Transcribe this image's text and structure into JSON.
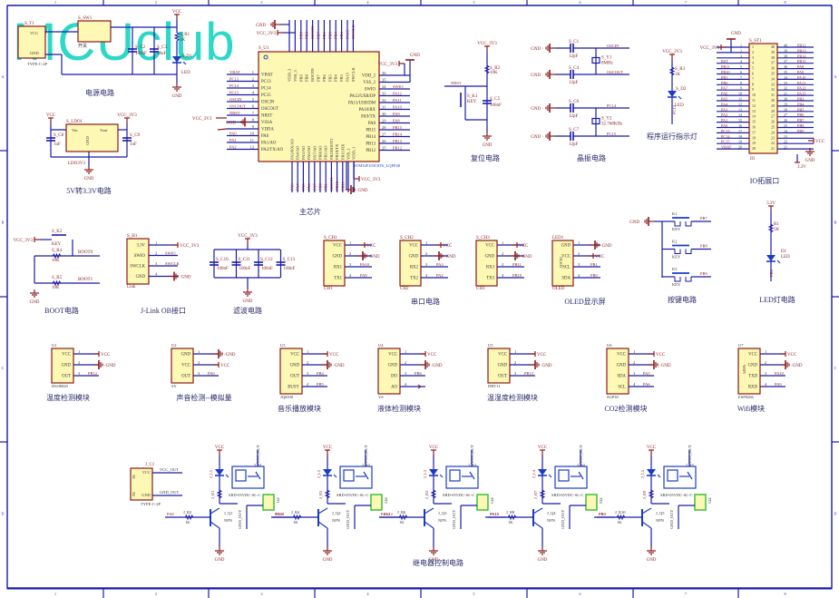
{
  "watermark": "MCUclub",
  "colors": {
    "frame": "#1a1aa8",
    "wire": "#1a1aa8",
    "netlabel": "#8b1a1a",
    "power": "#8b1a1a",
    "part_fill": "#fdf8b4",
    "part_stroke": "#8b1a1a",
    "relay_blue": "#1a3cc8",
    "terminal_green": "#3bbf3b",
    "caption": "#2a2a6a"
  },
  "frame": {
    "columns": [
      "1",
      "2",
      "3",
      "4",
      "5",
      "6",
      "7",
      "8"
    ],
    "rows": [
      "A",
      "B",
      "C",
      "D"
    ]
  },
  "sections": {
    "power": {
      "caption": "电源电路",
      "parts": {
        "typec": "S_T1",
        "typec_pins": [
          "VCC",
          "GND"
        ],
        "typec_name": "TYPE-C-2P",
        "switch": "S_SW1",
        "switch_name": "开关",
        "cap2": "S_C2",
        "cap2_val": "100nF",
        "cap3": "S_C3",
        "cap3_val": "10uF",
        "res": "S_R1",
        "res_val": "1K",
        "led": "S_D1",
        "led_name": "LED"
      },
      "nets": [
        "VCC",
        "GND"
      ]
    },
    "ldo": {
      "caption": "5V转3.3V电路",
      "parts": {
        "ldo": "S_LDO1",
        "ldo_pins": [
          "Vin",
          "Vout",
          "GND"
        ],
        "ldo_name": "LDO3V3",
        "c8": "S_C8",
        "c8_val": "1uF",
        "c9": "S_C9",
        "c9_val": "1uF"
      },
      "nets": [
        "VCC",
        "VCC_3V3",
        "GND"
      ]
    },
    "mcu": {
      "caption": "主芯片",
      "ref": "S_U1",
      "part": "STM32F103C8T6_LQFP48",
      "left_pins": [
        {
          "num": "1",
          "name": "VBAT",
          "net": "VBAT"
        },
        {
          "num": "2",
          "name": "PC13",
          "net": "PC13"
        },
        {
          "num": "3",
          "name": "PC14",
          "net": "PC14"
        },
        {
          "num": "4",
          "name": "PC15",
          "net": "PC15"
        },
        {
          "num": "5",
          "name": "OSCIN",
          "net": "OSCIN"
        },
        {
          "num": "6",
          "name": "OSCOUT",
          "net": "OSCOUT"
        },
        {
          "num": "7",
          "name": "NRST",
          "net": "NRST"
        },
        {
          "num": "8",
          "name": "VSSA",
          "net": "GND"
        },
        {
          "num": "9",
          "name": "VDDA",
          "net": "VCC_3V3"
        },
        {
          "num": "10",
          "name": "PA0",
          "net": "PA0"
        },
        {
          "num": "11",
          "name": "PA1/AO",
          "net": "PA1"
        },
        {
          "num": "12",
          "name": "PA2/TX/AO",
          "net": "PA2"
        }
      ],
      "right_pins": [
        {
          "num": "36",
          "name": "VDD_2",
          "net": "VCC_3V3"
        },
        {
          "num": "35",
          "name": "VSS_2",
          "net": "GND"
        },
        {
          "num": "34",
          "name": "SWIO",
          "net": "SWIO"
        },
        {
          "num": "33",
          "name": "PA12/USB/DP",
          "net": "PA12"
        },
        {
          "num": "32",
          "name": "PA11/USB/DM",
          "net": "PA11"
        },
        {
          "num": "31",
          "name": "PA10/RX",
          "net": "PA10"
        },
        {
          "num": "30",
          "name": "PA9/TX",
          "net": "PA9"
        },
        {
          "num": "29",
          "name": "PA8",
          "net": "PA8"
        },
        {
          "num": "28",
          "name": "PB15",
          "net": "PB15"
        },
        {
          "num": "27",
          "name": "PB14",
          "net": "PB14"
        },
        {
          "num": "26",
          "name": "PB13",
          "net": "PB13"
        },
        {
          "num": "25",
          "name": "PB12",
          "net": "PB12"
        }
      ],
      "top_pins": [
        "VDD_3",
        "VSS_3",
        "PB9",
        "PB8",
        "BOOT0",
        "PB7",
        "PB6",
        "PB5",
        "PB4",
        "PB3",
        "PA15",
        "SWCLK"
      ],
      "top_nets": [
        "VCC_3V3",
        "GND",
        "PB9",
        "PB8",
        "BOOT0",
        "PB7",
        "PB6",
        "PB5",
        "PB4",
        "PB3",
        "PA15",
        "SWCLK"
      ],
      "bottom_pins": [
        "PA3/RX/AO",
        "PA4/AO",
        "PA5/AO",
        "PA6/AO",
        "PA7/AO",
        "PB0/AO",
        "PB1/AO",
        "PB2/BOOT1",
        "PB10/TX",
        "PB11/RX",
        "VSS_1",
        "VDD_1"
      ],
      "bottom_nets": [
        "PA3",
        "PA4",
        "PA5",
        "PA6",
        "PA7",
        "PB0",
        "PB1",
        "BOOT1",
        "PB10",
        "PB11",
        "GND",
        "VCC_3V3"
      ],
      "power_labels": [
        "GND",
        "VCC_3V3"
      ]
    },
    "reset": {
      "caption": "复位电路",
      "parts": {
        "r2": "S_R2",
        "r2_val": "10K",
        "k1": "S_K1",
        "k1_name": "KEY",
        "c5": "S_C5",
        "c5_val": "100nF"
      },
      "nets": [
        "VCC_3V3",
        "NRST",
        "GND"
      ]
    },
    "crystal": {
      "caption": "晶振电路",
      "rows": [
        {
          "cap": "S_C1",
          "val": "12pF",
          "net": "OSCIN"
        },
        {
          "cap": "S_C4",
          "val": "12pF",
          "net": "OSCOUT"
        },
        {
          "cap": "S_C6",
          "val": "12pF",
          "net": "PC14"
        },
        {
          "cap": "S_C7",
          "val": "12pF",
          "net": "PC15"
        }
      ],
      "crystals": [
        {
          "ref": "S_Y1",
          "val": "8MHz"
        },
        {
          "ref": "S_Y2",
          "val": "32.768KHz"
        }
      ]
    },
    "runled": {
      "caption": "程序运行指示灯",
      "parts": {
        "r3": "S_R3",
        "r3_val": "1K",
        "d2": "S_D2",
        "d2_name": "LED",
        "net": "PC13"
      },
      "nets": [
        "VCC_3V3"
      ]
    },
    "io": {
      "caption": "IO拓展口",
      "ref": "S_ST1",
      "name": "IO",
      "left": [
        {
          "num": "1",
          "net": "VCC_3V3"
        },
        {
          "num": "2",
          "net": ""
        },
        {
          "num": "3",
          "net": ""
        },
        {
          "num": "4",
          "net": "RST"
        },
        {
          "num": "5",
          "net": "PB11"
        },
        {
          "num": "6",
          "net": "PB10"
        },
        {
          "num": "7",
          "net": "PB1"
        },
        {
          "num": "8",
          "net": "PB0"
        },
        {
          "num": "9",
          "net": "PA7"
        },
        {
          "num": "10",
          "net": "PA6"
        },
        {
          "num": "11",
          "net": "PA5"
        },
        {
          "num": "12",
          "net": "PA4"
        },
        {
          "num": "13",
          "net": "PA3"
        },
        {
          "num": "14",
          "net": "PA2"
        },
        {
          "num": "15",
          "net": "PA1"
        },
        {
          "num": "16",
          "net": "PA0"
        },
        {
          "num": "17",
          "net": "PC13"
        },
        {
          "num": "18",
          "net": "PC14"
        },
        {
          "num": "19",
          "net": "PC15"
        },
        {
          "num": "20",
          "net": "VBAT"
        }
      ],
      "right": [
        {
          "num": "40",
          "net": "PB12"
        },
        {
          "num": "39",
          "net": "PB13"
        },
        {
          "num": "38",
          "net": "PB14"
        },
        {
          "num": "37",
          "net": "PB15"
        },
        {
          "num": "36",
          "net": "PA8"
        },
        {
          "num": "35",
          "net": "PA9"
        },
        {
          "num": "34",
          "net": "PA10"
        },
        {
          "num": "33",
          "net": "PA11"
        },
        {
          "num": "32",
          "net": "PA12"
        },
        {
          "num": "31",
          "net": "PA15"
        },
        {
          "num": "30",
          "net": "PB3"
        },
        {
          "num": "29",
          "net": "PB4"
        },
        {
          "num": "28",
          "net": "PB5"
        },
        {
          "num": "27",
          "net": "PB6"
        },
        {
          "num": "26",
          "net": "PB7"
        },
        {
          "num": "25",
          "net": "PB8"
        },
        {
          "num": "24",
          "net": "PB9"
        },
        {
          "num": "23",
          "net": "VCC"
        },
        {
          "num": "22",
          "net": "GND"
        },
        {
          "num": "21",
          "net": "3.3V"
        }
      ],
      "power_labels": [
        "GND",
        "VCC",
        "GND",
        "3.3V"
      ]
    },
    "boot": {
      "caption": "BOOT电路",
      "parts": {
        "k2": "S_K2",
        "k2_name": "KEY",
        "r4": "S_R4",
        "r4_val": "10K",
        "r5": "S_R5",
        "r5_val": "10K"
      },
      "nets": [
        "VCC_3V3",
        "BOOT0",
        "BOOT1",
        "GND"
      ]
    },
    "jlink": {
      "caption": "J-Link OB接口",
      "ref": "S_H1",
      "name": "Link",
      "pins": [
        {
          "num": "1",
          "name": "3.3V",
          "net": "VCC_3V3"
        },
        {
          "num": "2",
          "name": "SWIO",
          "net": "SWIO"
        },
        {
          "num": "3",
          "name": "SWCLK",
          "net": "SWCLK"
        },
        {
          "num": "4",
          "name": "GND",
          "net": "GND"
        }
      ]
    },
    "filter": {
      "caption": "滤波电路",
      "caps": [
        {
          "ref": "S_C10",
          "val": "100nF"
        },
        {
          "ref": "S_C11",
          "val": "100nF"
        },
        {
          "ref": "S_C12",
          "val": "100nF"
        },
        {
          "ref": "S_C13",
          "val": "100nF"
        }
      ],
      "nets": [
        "VCC_3V3",
        "GND"
      ]
    },
    "uart": {
      "caption": "串口电路",
      "modules": [
        {
          "ref": "S_CH1",
          "name": "CH1",
          "pins": [
            {
              "num": "1",
              "name": "VCC",
              "net": "VCC"
            },
            {
              "num": "2",
              "name": "GND",
              "net": "GND"
            },
            {
              "num": "3",
              "name": "RX1",
              "net": "PA10"
            },
            {
              "num": "4",
              "name": "TX1",
              "net": "PA9"
            }
          ]
        },
        {
          "ref": "S_CH2",
          "name": "CH2",
          "pins": [
            {
              "num": "1",
              "name": "VCC",
              "net": "VCC"
            },
            {
              "num": "2",
              "name": "GND",
              "net": "GND"
            },
            {
              "num": "3",
              "name": "RX2",
              "net": "PA3"
            },
            {
              "num": "4",
              "name": "TX2",
              "net": "PA2"
            }
          ]
        },
        {
          "ref": "S_CH3",
          "name": "CH3",
          "pins": [
            {
              "num": "1",
              "name": "VCC",
              "net": "VCC"
            },
            {
              "num": "2",
              "name": "GND",
              "net": "GND"
            },
            {
              "num": "3",
              "name": "RX3",
              "net": "PB11"
            },
            {
              "num": "4",
              "name": "TX3",
              "net": "PB10"
            }
          ]
        }
      ]
    },
    "oled": {
      "caption": "OLED显示屏",
      "ref": "LED1",
      "name": "OLED",
      "body_label": "OLED",
      "pins": [
        {
          "num": "1",
          "name": "GND",
          "net": "GND"
        },
        {
          "num": "2",
          "name": "VCC",
          "net": "VCC"
        },
        {
          "num": "3",
          "name": "SCL",
          "net": "PB1"
        },
        {
          "num": "4",
          "name": "SDA",
          "net": "PB0"
        }
      ]
    },
    "keys": {
      "caption": "按键电路",
      "items": [
        {
          "ref": "K1",
          "name": "KEY",
          "net": "PB7"
        },
        {
          "ref": "K2",
          "name": "KEY",
          "net": "PB8"
        },
        {
          "ref": "K3",
          "name": "KEY",
          "net": "PB9"
        }
      ],
      "nets": [
        "GND"
      ]
    },
    "led": {
      "caption": "LED灯电路",
      "parts": {
        "r1": "R1",
        "r1_val": "1K",
        "d1": "D1",
        "d1_name": "LED",
        "net": "PB4"
      },
      "nets": [
        "3.3V"
      ]
    },
    "modules": [
      {
        "ref": "U1",
        "name": "DS18B20",
        "caption": "温度检测模块",
        "pins": [
          {
            "num": "1",
            "name": "VCC",
            "net": "VCC"
          },
          {
            "num": "2",
            "name": "GND",
            "net": "GND"
          },
          {
            "num": "3",
            "name": "OUT",
            "net": "PB12"
          }
        ]
      },
      {
        "ref": "U2",
        "name": "SY",
        "caption": "声音检测--模拟量",
        "pins": [
          {
            "num": "1",
            "name": "GND",
            "net": "GND"
          },
          {
            "num": "2",
            "name": "VCC",
            "net": "VCC"
          },
          {
            "num": "3",
            "name": "OUT",
            "net": "PA0"
          }
        ]
      },
      {
        "ref": "U3",
        "name": "JQ6500",
        "caption": "音乐播放模块",
        "pins": [
          {
            "num": "1",
            "name": "VCC",
            "net": "VCC"
          },
          {
            "num": "2",
            "name": "GND",
            "net": "GND"
          },
          {
            "num": "3",
            "name": "OUT",
            "net": "PB4"
          },
          {
            "num": "4",
            "name": "BUSY",
            "net": "PB5"
          }
        ]
      },
      {
        "ref": "U4",
        "name": "YS",
        "caption": "液体检测模块",
        "pins": [
          {
            "num": "1",
            "name": "VCC",
            "net": "VCC"
          },
          {
            "num": "2",
            "name": "GND",
            "net": "GND"
          },
          {
            "num": "3",
            "name": "DO",
            "net": "PB6"
          },
          {
            "num": "4",
            "name": "AO",
            "net": ""
          }
        ]
      },
      {
        "ref": "U5",
        "name": "DHT11",
        "caption": "温湿度检测模块",
        "pins": [
          {
            "num": "1",
            "name": "VCC",
            "net": "VCC"
          },
          {
            "num": "2",
            "name": "GND",
            "net": "GND"
          },
          {
            "num": "3",
            "name": "OUT",
            "net": "PB13"
          }
        ]
      },
      {
        "ref": "U6",
        "name": "SGP30",
        "caption": "CO2检测模块",
        "pins": [
          {
            "num": "1",
            "name": "VCC",
            "net": "VCC"
          },
          {
            "num": "2",
            "name": "GND",
            "net": "GND"
          },
          {
            "num": "3",
            "name": "SDA",
            "net": "PA5"
          },
          {
            "num": "4",
            "name": "SCL",
            "net": "PA6"
          }
        ]
      },
      {
        "ref": "U7",
        "name": "ESP8266",
        "caption": "Wifi模块",
        "body_label": "WIFI",
        "pins": [
          {
            "num": "1",
            "name": "VCC",
            "net": "VCC"
          },
          {
            "num": "2",
            "name": "GND",
            "net": "GND"
          },
          {
            "num": "3",
            "name": "TXD",
            "net": "PA10"
          },
          {
            "num": "4",
            "name": "RXD",
            "net": "PA9"
          }
        ]
      }
    ],
    "relay": {
      "caption": "继电器控制电路",
      "typec": {
        "ref": "J_C1",
        "name": "TYPE-C-2P",
        "pins": [
          "VCC",
          "GND"
        ],
        "pin_nums": [
          "N1",
          "N2"
        ],
        "nets": [
          "VCC_OUT",
          "GND_OUT"
        ]
      },
      "relay_part": "SRD-05VDC-SL-C",
      "channels": [
        {
          "led": "J_L1",
          "res_led": "J_R1",
          "relay": "J_S1",
          "terminal": "JT1",
          "trans": "J_Q1",
          "base_res": "J_R2",
          "base_val": "1K",
          "input": "PA8",
          "out": "PA11"
        },
        {
          "led": "J_L2",
          "res_led": "J_R3",
          "relay": "J_S2",
          "terminal": "JT2",
          "trans": "J_Q2",
          "base_res": "J_R4",
          "base_val": "1K",
          "input": "PA11",
          "out": "PA12"
        },
        {
          "led": "J_L3",
          "res_led": "J_R5",
          "relay": "J_S3",
          "terminal": "JT3",
          "trans": "J_Q3",
          "base_res": "J_R6",
          "base_val": "1K",
          "input": "PA12",
          "out": "PA15"
        },
        {
          "led": "J_L4",
          "res_led": "J_R7",
          "relay": "J_S4",
          "terminal": "JT4",
          "trans": "J_Q4",
          "base_res": "J_R8",
          "base_val": "1K",
          "input": "PA15",
          "out": "PB3"
        },
        {
          "led": "J_L5",
          "res_led": "J_R9",
          "relay": "J_S5",
          "terminal": "JT5",
          "trans": "J_Q5",
          "base_res": "J_R10",
          "base_val": "1K",
          "input": "PB3",
          "out": ""
        }
      ],
      "trans_type": "NPN",
      "nets": [
        "VCC",
        "VCC_OUT",
        "GND_OUT",
        "GND"
      ]
    }
  }
}
